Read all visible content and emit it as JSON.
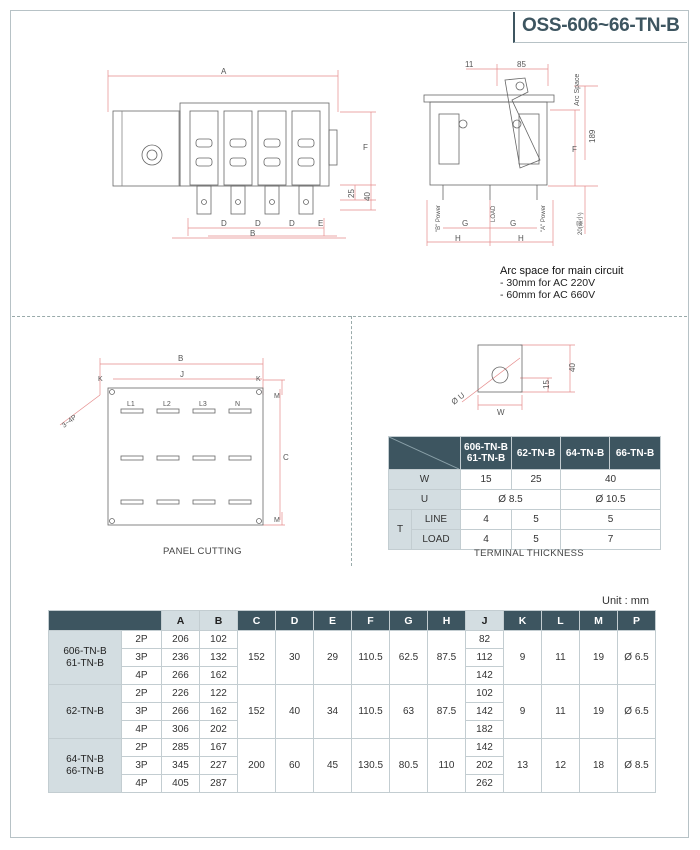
{
  "title": "OSS-606~66-TN-B",
  "colors": {
    "accent": "#3d5560",
    "header_light": "#d3dde1",
    "border": "#c3cdd1"
  },
  "front_view": {
    "dim_A": "A",
    "dim_B": "B",
    "dim_D": "D",
    "dim_E": "E",
    "dim_F": "F",
    "dim_25": "25",
    "dim_40": "40"
  },
  "side_view": {
    "dim_11": "11",
    "dim_85": "85",
    "arc_space": "Arc Space",
    "dim_189": "189",
    "dim_F": "F",
    "dim_G": "G",
    "dim_H": "H",
    "label_b_power": "\"B\" Power",
    "label_load": "LOAD",
    "label_a_power": "\"A\" Power",
    "label_right": "20(最小)"
  },
  "arc_note": {
    "heading": "Arc space for main circuit",
    "lines": [
      "- 30mm for AC 220V",
      "- 60mm for AC 660V"
    ]
  },
  "panel_cutting": {
    "caption": "PANEL CUTTING",
    "dim_B": "B",
    "dim_J": "J",
    "dim_K": "K",
    "dim_M": "M",
    "dim_C": "C",
    "hole": "3~4P",
    "columns": [
      "L1",
      "L2",
      "L3",
      "N"
    ]
  },
  "terminal_detail": {
    "dim_40": "40",
    "dim_15": "15",
    "dim_U": "Ø U",
    "dim_W": "W"
  },
  "terminal_table": {
    "caption": "TERMINAL THICKNESS",
    "headers": [
      "606-TN-B\n61-TN-B",
      "62-TN-B",
      "64-TN-B",
      "66-TN-B"
    ],
    "h1a": "606-TN-B",
    "h1b": "61-TN-B",
    "h2": "62-TN-B",
    "h3": "64-TN-B",
    "h4": "66-TN-B",
    "row_w": {
      "label": "W",
      "v1": "15",
      "v2": "25",
      "v3": "40"
    },
    "row_u": {
      "label": "U",
      "v1": "Ø 8.5",
      "v2": "Ø 10.5"
    },
    "row_t": {
      "label": "T",
      "line": {
        "label": "LINE",
        "v1": "4",
        "v2": "5",
        "v3": "5"
      },
      "load": {
        "label": "LOAD",
        "v1": "4",
        "v2": "5",
        "v3": "7"
      }
    }
  },
  "unit_label": "Unit : mm",
  "main_table": {
    "headers": [
      "A",
      "B",
      "C",
      "D",
      "E",
      "F",
      "G",
      "H",
      "J",
      "K",
      "L",
      "M",
      "P"
    ],
    "groups": [
      {
        "model_a": "606-TN-B",
        "model_b": "61-TN-B",
        "rows": [
          {
            "pole": "2P",
            "A": "206",
            "B": "102",
            "J": "82"
          },
          {
            "pole": "3P",
            "A": "236",
            "B": "132",
            "J": "112"
          },
          {
            "pole": "4P",
            "A": "266",
            "B": "162",
            "J": "142"
          }
        ],
        "C": "152",
        "D": "30",
        "E": "29",
        "F": "110.5",
        "G": "62.5",
        "H": "87.5",
        "K": "9",
        "L": "11",
        "M": "19",
        "P": "Ø 6.5"
      },
      {
        "model_a": "62-TN-B",
        "model_b": "",
        "rows": [
          {
            "pole": "2P",
            "A": "226",
            "B": "122",
            "J": "102"
          },
          {
            "pole": "3P",
            "A": "266",
            "B": "162",
            "J": "142"
          },
          {
            "pole": "4P",
            "A": "306",
            "B": "202",
            "J": "182"
          }
        ],
        "C": "152",
        "D": "40",
        "E": "34",
        "F": "110.5",
        "G": "63",
        "H": "87.5",
        "K": "9",
        "L": "11",
        "M": "19",
        "P": "Ø 6.5"
      },
      {
        "model_a": "64-TN-B",
        "model_b": "66-TN-B",
        "rows": [
          {
            "pole": "2P",
            "A": "285",
            "B": "167",
            "J": "142"
          },
          {
            "pole": "3P",
            "A": "345",
            "B": "227",
            "J": "202"
          },
          {
            "pole": "4P",
            "A": "405",
            "B": "287",
            "J": "262"
          }
        ],
        "C": "200",
        "D": "60",
        "E": "45",
        "F": "130.5",
        "G": "80.5",
        "H": "110",
        "K": "13",
        "L": "12",
        "M": "18",
        "P": "Ø 8.5"
      }
    ]
  }
}
